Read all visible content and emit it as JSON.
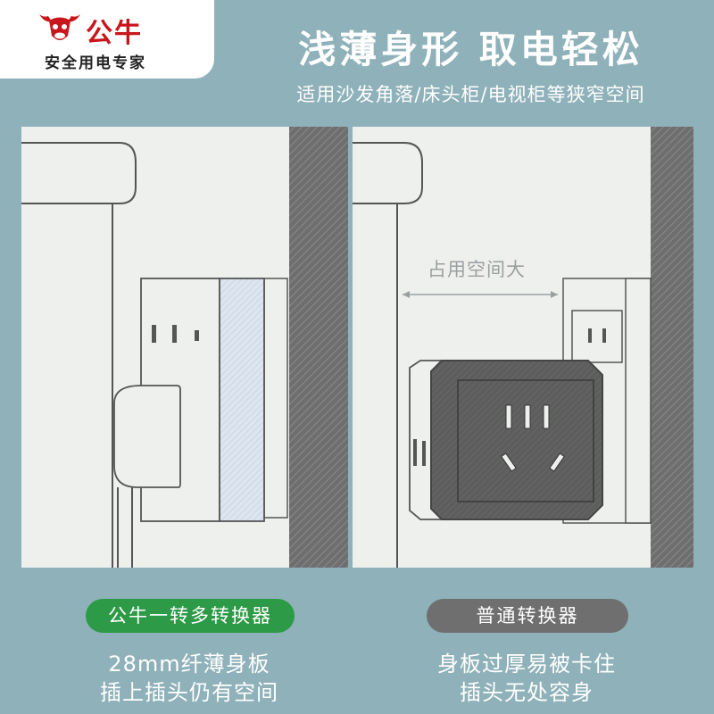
{
  "brand": {
    "name": "公牛",
    "slogan": "安全用电专家",
    "logo_icon": "bull-head-icon",
    "color": "#c8161d"
  },
  "headline": "浅薄身形 取电轻松",
  "subheadline": "适用沙发角落/床头柜/电视柜等狭窄空间",
  "comparison": {
    "left": {
      "tag": "公牛一转多转换器",
      "tag_color": "#2d9a47",
      "lines": [
        "28mm纤薄身板",
        "插上插头仍有空间"
      ]
    },
    "right": {
      "tag": "普通转换器",
      "tag_color": "#6f6f6f",
      "annotation": "占用空间大",
      "lines": [
        "身板过厚易被卡住",
        "插头无处容身"
      ]
    }
  },
  "colors": {
    "background": "#8fb1b9",
    "panel": "#eef0ee",
    "wall": "#6e6e6e"
  }
}
